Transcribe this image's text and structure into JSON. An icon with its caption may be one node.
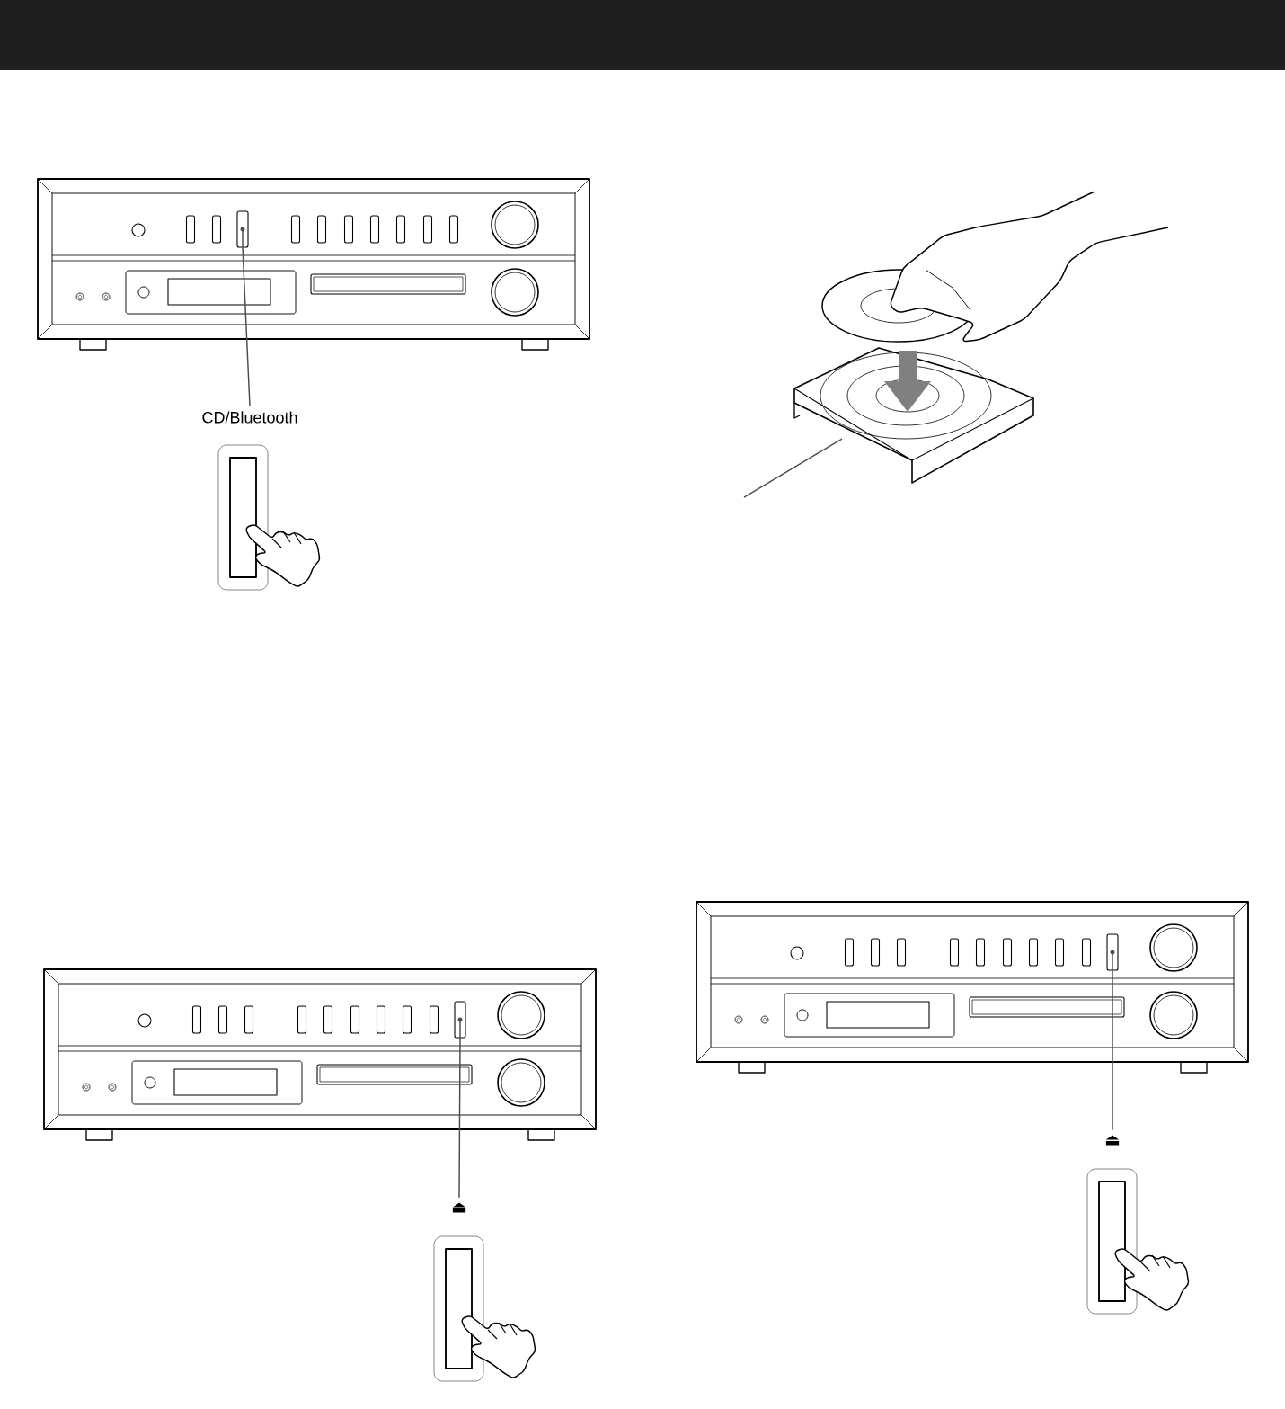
{
  "diagram": {
    "nodes": [
      {
        "text": [
          "CD/Bluetooth"
        ]
      },
      {
        "text": [],
        "shape": "bar"
      },
      {
        "text": [
          "⏏"
        ]
      },
      {
        "text": [],
        "shape": "bar"
      },
      {
        "text": [
          "⏏"
        ]
      },
      {
        "text": [],
        "shape": "bar"
      },
      {
        "text": [],
        "shape": "picture"
      }
    ],
    "edges": [
      {
        "from": 1,
        "to": 0,
        "arrow": "none"
      },
      {
        "from": 3,
        "to": 2,
        "arrow": "none"
      },
      {
        "from": 5,
        "to": 4,
        "arrow": "none"
      },
      {
        "from": 6,
        "to": null,
        "arrow": "none"
      }
    ]
  }
}
